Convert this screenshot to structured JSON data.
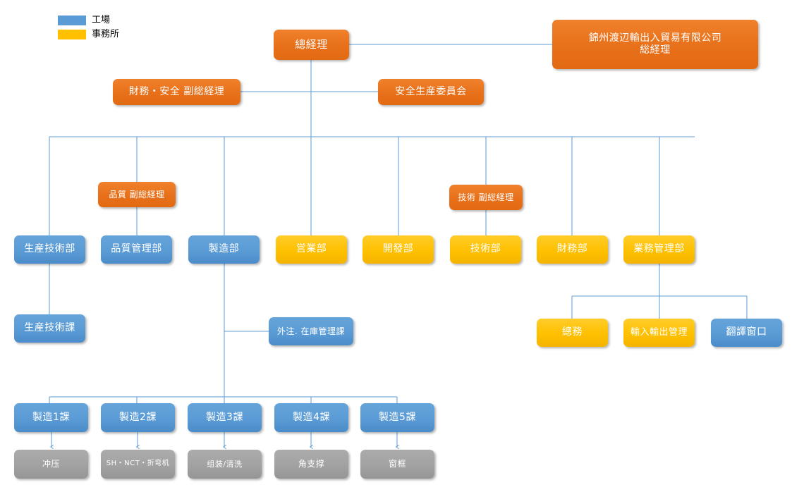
{
  "legend": {
    "items": [
      {
        "label": "工場",
        "color": "#5B9BD5",
        "swatch": "blue"
      },
      {
        "label": "事務所",
        "color": "#FFC000",
        "swatch": "yellow"
      }
    ]
  },
  "palette": {
    "orange": "#E8701A",
    "blue": "#5B9BD5",
    "yellow": "#FFC000",
    "gray": "#A2A2A2",
    "connector": "#4A8CC9",
    "background": "#FFFFFF"
  },
  "nodes": {
    "general_manager": "總経理",
    "parent_company_line1": "錦州渡辺輸出入貿易有限公司",
    "parent_company_line2": "総経理",
    "finance_safety_deputy": "財務・安全 副総経理",
    "safety_production_committee": "安全生産委員会",
    "quality_deputy": "品質 副総経理",
    "technology_deputy": "技術 副総経理",
    "departments": [
      {
        "label": "生産技術部",
        "color": "blue"
      },
      {
        "label": "品質管理部",
        "color": "blue"
      },
      {
        "label": "製造部",
        "color": "blue"
      },
      {
        "label": "営業部",
        "color": "yellow"
      },
      {
        "label": "開發部",
        "color": "yellow"
      },
      {
        "label": "技術部",
        "color": "yellow"
      },
      {
        "label": "財務部",
        "color": "yellow"
      },
      {
        "label": "業務管理部",
        "color": "yellow"
      }
    ],
    "production_tech_section": "生産技術課",
    "outsourcing_inventory_section": "外注. 在庫管理課",
    "business_mgmt_children": [
      {
        "label": "總務",
        "color": "yellow"
      },
      {
        "label": "輸入輸出管理",
        "color": "yellow"
      },
      {
        "label": "翻譯窗口",
        "color": "blue"
      }
    ],
    "manufacturing_sections": [
      "製造1課",
      "製造2課",
      "製造3課",
      "製造4課",
      "製造5課"
    ],
    "processes": [
      "冲压",
      "SH・NCT・折弯机",
      "组装/清洗",
      "角支撑",
      "窗框"
    ]
  }
}
